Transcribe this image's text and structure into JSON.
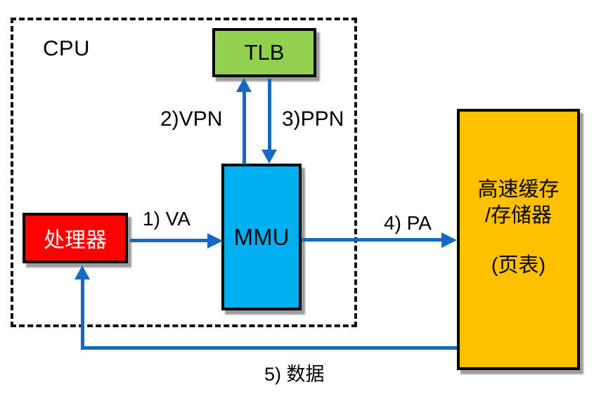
{
  "diagram": {
    "cpu": {
      "label": "CPU"
    },
    "nodes": {
      "tlb": {
        "label": "TLB",
        "fill": "#92D050"
      },
      "mmu": {
        "label": "MMU",
        "fill": "#00B0F0"
      },
      "processor": {
        "label": "处理器",
        "fill": "#FF0000"
      },
      "memory": {
        "line1": "高速缓存",
        "line2": "/存储器",
        "line3": "(页表)",
        "fill": "#FFC000"
      }
    },
    "edges": {
      "va": {
        "label": "1) VA",
        "from": "processor",
        "to": "mmu"
      },
      "vpn": {
        "label": "2)VPN",
        "from": "mmu",
        "to": "tlb"
      },
      "ppn": {
        "label": "3)PPN",
        "from": "tlb",
        "to": "mmu"
      },
      "pa": {
        "label": "4) PA",
        "from": "mmu",
        "to": "memory"
      },
      "data": {
        "label": "5) 数据",
        "from": "memory",
        "to": "processor"
      }
    },
    "colors": {
      "arrow": "#1668C5",
      "border": "#000000",
      "dashed_border": "#111111",
      "shadow": "#9C9C9C",
      "background": "#FFFFFF"
    }
  }
}
